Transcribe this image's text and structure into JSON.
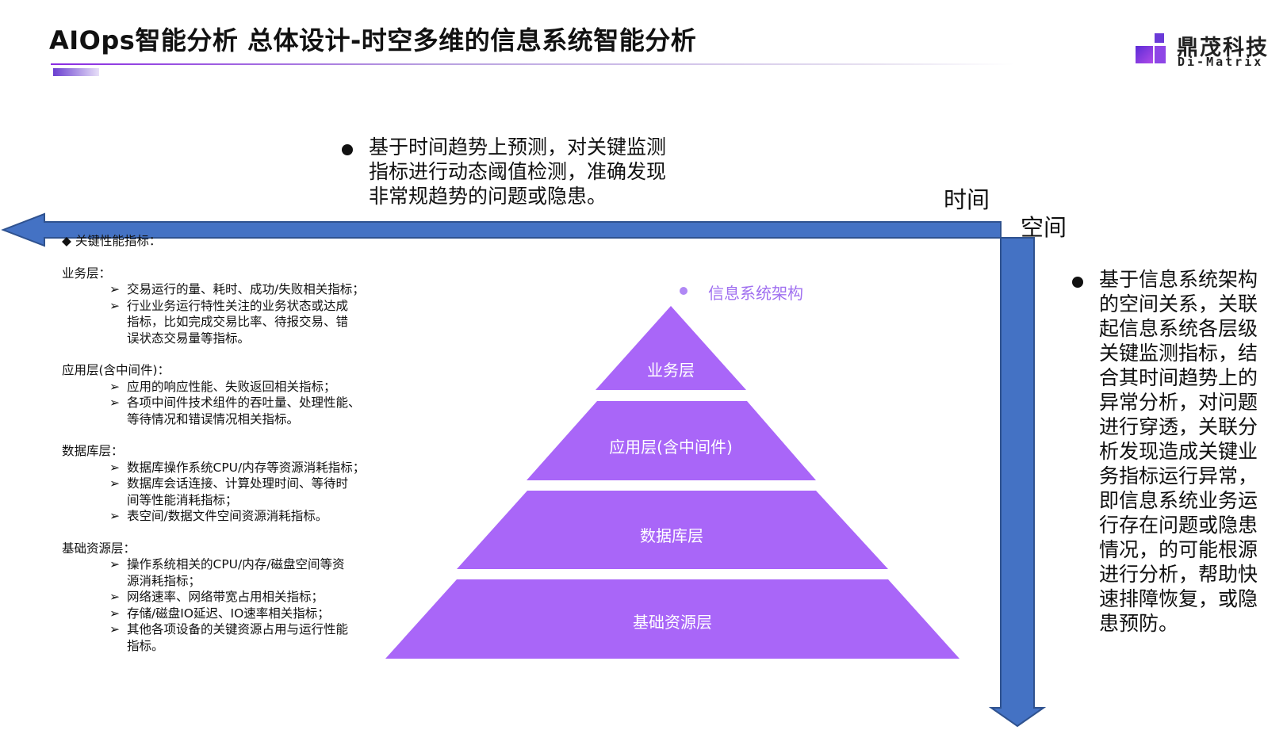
{
  "header": {
    "title": "AIOps智能分析 总体设计-时空多维的信息系统智能分析",
    "logo_cn": "鼎茂科技",
    "logo_en": "Di-Matrix"
  },
  "colors": {
    "arrow": "#4472c4",
    "pyramid": "#a966f8",
    "legend": "#a070f0",
    "logo_purple": "#7b3fe4"
  },
  "time_axis": {
    "label": "时间",
    "description": [
      "基于时间趋势上预测，对关键监测",
      "指标进行动态阈值检测，准确发现",
      "非常规趋势的问题或隐患。"
    ]
  },
  "space_axis": {
    "label": "空间",
    "description": [
      "基于信息系统架构",
      "的空间关系，关联",
      "起信息系统各层级",
      "关键监测指标，结",
      "合其时间趋势上的",
      "异常分析，对问题",
      "进行穿透，关联分",
      "析发现造成关键业",
      "务指标运行异常，",
      "即信息系统业务运",
      "行存在问题或隐患",
      "情况，的可能根源",
      "进行分析，帮助快",
      "速排障恢复，或隐",
      "患预防。"
    ]
  },
  "metrics": {
    "heading": "◆ 关键性能指标：",
    "sections": [
      {
        "title": "业务层：",
        "items": [
          [
            "交易运行的量、耗时、成功/失败相关指标；"
          ],
          [
            "行业业务运行特性关注的业务状态或达成",
            "指标，比如完成交易比率、待报交易、错",
            "误状态交易量等指标。"
          ]
        ]
      },
      {
        "title": "应用层(含中间件)：",
        "items": [
          [
            "应用的响应性能、失败返回相关指标；"
          ],
          [
            "各项中间件技术组件的吞吐量、处理性能、",
            "等待情况和错误情况相关指标。"
          ]
        ]
      },
      {
        "title": "数据库层：",
        "items": [
          [
            "数据库操作系统CPU/内存等资源消耗指标；"
          ],
          [
            "数据库会话连接、计算处理时间、等待时",
            "间等性能消耗指标；"
          ],
          [
            "表空间/数据文件空间资源消耗指标。"
          ]
        ]
      },
      {
        "title": "基础资源层：",
        "items": [
          [
            "操作系统相关的CPU/内存/磁盘空间等资",
            "源消耗指标；"
          ],
          [
            "网络速率、网络带宽占用相关指标；"
          ],
          [
            "存储/磁盘IO延迟、IO速率相关指标；"
          ],
          [
            "其他各项设备的关键资源占用与运行性能",
            "指标。"
          ]
        ]
      }
    ]
  },
  "pyramid": {
    "legend": "信息系统架构",
    "layers": [
      "业务层",
      "应用层(含中间件)",
      "数据库层",
      "基础资源层"
    ]
  }
}
